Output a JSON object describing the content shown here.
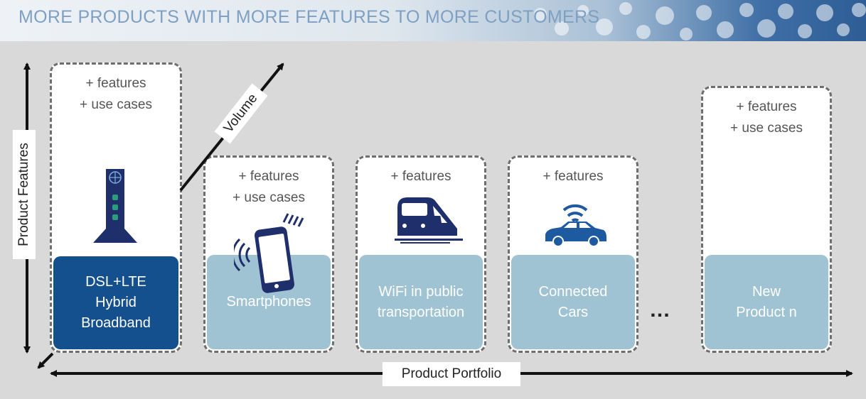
{
  "title": "MORE PRODUCTS WITH MORE FEATURES TO MORE CUSTOMERS",
  "axes": {
    "y_label": "Product Features",
    "x_label": "Product Portfolio",
    "diagonal_label": "Volume"
  },
  "cards": [
    {
      "head": "+ features\n+ use cases",
      "foot": "DSL+LTE\nHybrid\nBroadband",
      "icon": "router-icon"
    },
    {
      "head": "+ features\n+ use cases",
      "foot": "Smartphones",
      "icon": "smartphone-icon"
    },
    {
      "head": "+ features",
      "foot": "WiFi in public\ntransportation",
      "icon": "train-icon"
    },
    {
      "head": "+ features",
      "foot": "Connected\nCars",
      "icon": "connected-car-icon"
    },
    {
      "head": "+ features\n+ use cases",
      "foot": "New\nProduct n",
      "icon": ""
    }
  ],
  "ellipsis": "…",
  "colors": {
    "dark_blue": "#14508e",
    "light_blue": "#9fc3d3",
    "icon_navy": "#1f2f6b",
    "car_blue": "#1d5aa0"
  }
}
